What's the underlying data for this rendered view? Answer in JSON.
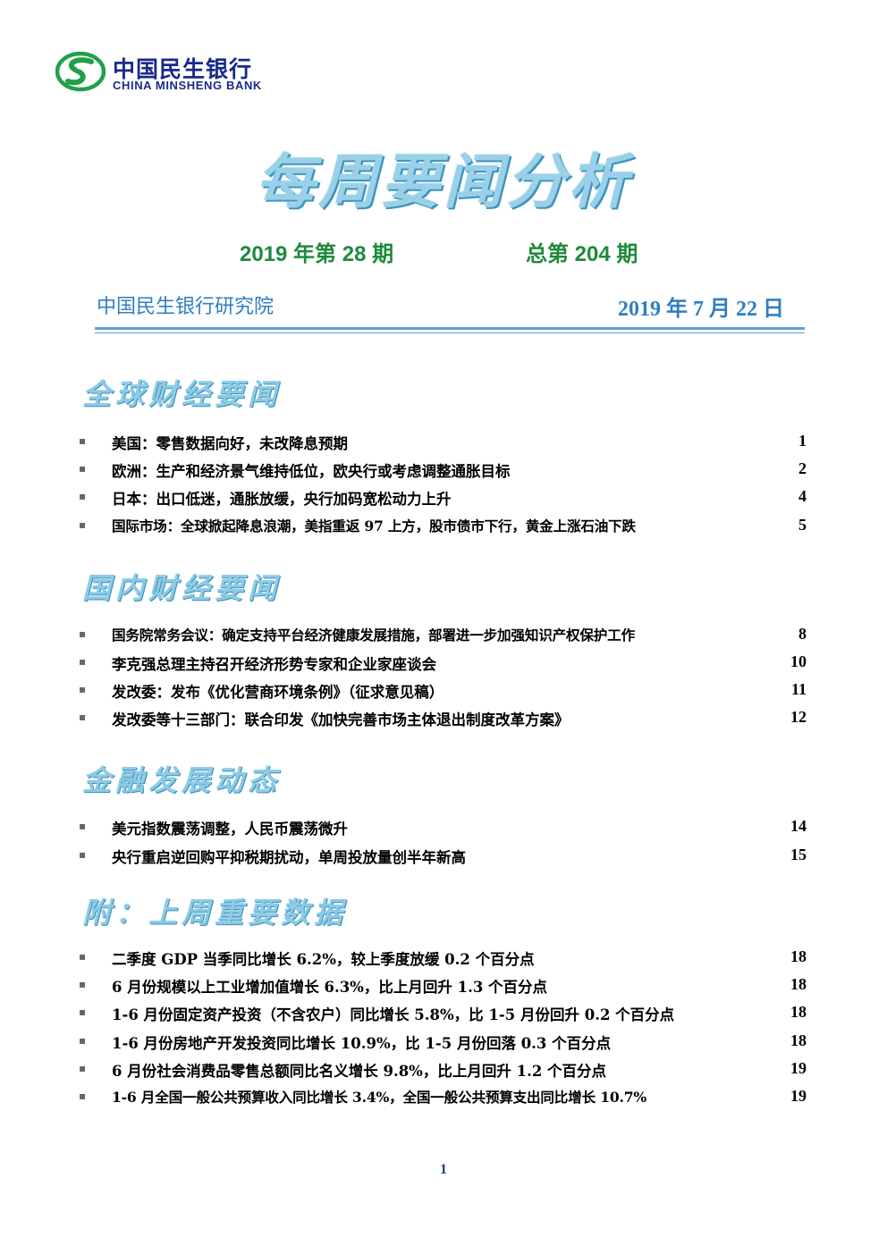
{
  "header": {
    "bank_name_cn": "中国民生银行",
    "bank_name_en": "CHINA MINSHENG BANK",
    "logo_icon": "minsheng-logo-icon",
    "colors": {
      "logo_green": "#21a04a",
      "logo_blue": "#1a2a8a",
      "title": "#9ad0e8",
      "issue": "#1e8a3c",
      "institute": "#2f7fc0"
    }
  },
  "title": "每周要闻分析",
  "issue": {
    "year_issue": "2019 年第 28 期",
    "total_issue": "总第 204 期"
  },
  "institute": "中国民生银行研究院",
  "date": "2019 年 7 月 22 日",
  "sections": [
    {
      "title": "全球财经要闻",
      "items": [
        {
          "text": "美国：零售数据向好，未改降息预期",
          "page": "1"
        },
        {
          "text": "欧洲：生产和经济景气维持低位，欧央行或考虑调整通胀目标",
          "page": "2"
        },
        {
          "text": "日本：出口低迷，通胀放缓，央行加码宽松动力上升",
          "page": "4"
        },
        {
          "text": "国际市场：全球掀起降息浪潮，美指重返 97 上方，股市债市下行，黄金上涨石油下跌",
          "page": "5"
        }
      ]
    },
    {
      "title": "国内财经要闻",
      "items": [
        {
          "text": "国务院常务会议：确定支持平台经济健康发展措施，部署进一步加强知识产权保护工作",
          "page": "8"
        },
        {
          "text": "李克强总理主持召开经济形势专家和企业家座谈会",
          "page": "10"
        },
        {
          "text": "发改委：发布《优化营商环境条例》（征求意见稿）",
          "page": "11"
        },
        {
          "text": "发改委等十三部门：联合印发《加快完善市场主体退出制度改革方案》",
          "page": "12"
        }
      ]
    },
    {
      "title": "金融发展动态",
      "items": [
        {
          "text": "美元指数震荡调整，人民币震荡微升",
          "page": "14"
        },
        {
          "text": "央行重启逆回购平抑税期扰动，单周投放量创半年新高",
          "page": "15"
        }
      ]
    },
    {
      "title": "附：上周重要数据",
      "items": [
        {
          "text": "二季度 GDP 当季同比增长 6.2%，较上季度放缓 0.2 个百分点",
          "page": "18"
        },
        {
          "text": "6 月份规模以上工业增加值增长 6.3%，比上月回升 1.3 个百分点",
          "page": "18"
        },
        {
          "text": "1-6 月份固定资产投资（不含农户）同比增长 5.8%，比 1-5 月份回升 0.2 个百分点",
          "page": "18"
        },
        {
          "text": "1-6 月份房地产开发投资同比增长 10.9%，比 1-5 月份回落 0.3 个百分点",
          "page": "18"
        },
        {
          "text": "6 月份社会消费品零售总额同比名义增长 9.8%，比上月回升 1.2 个百分点",
          "page": "19"
        },
        {
          "text": "1-6 月全国一般公共预算收入同比增长 3.4%，全国一般公共预算支出同比增长 10.7%",
          "page": "19"
        }
      ]
    }
  ],
  "bullet": "▪",
  "page_number": "1"
}
